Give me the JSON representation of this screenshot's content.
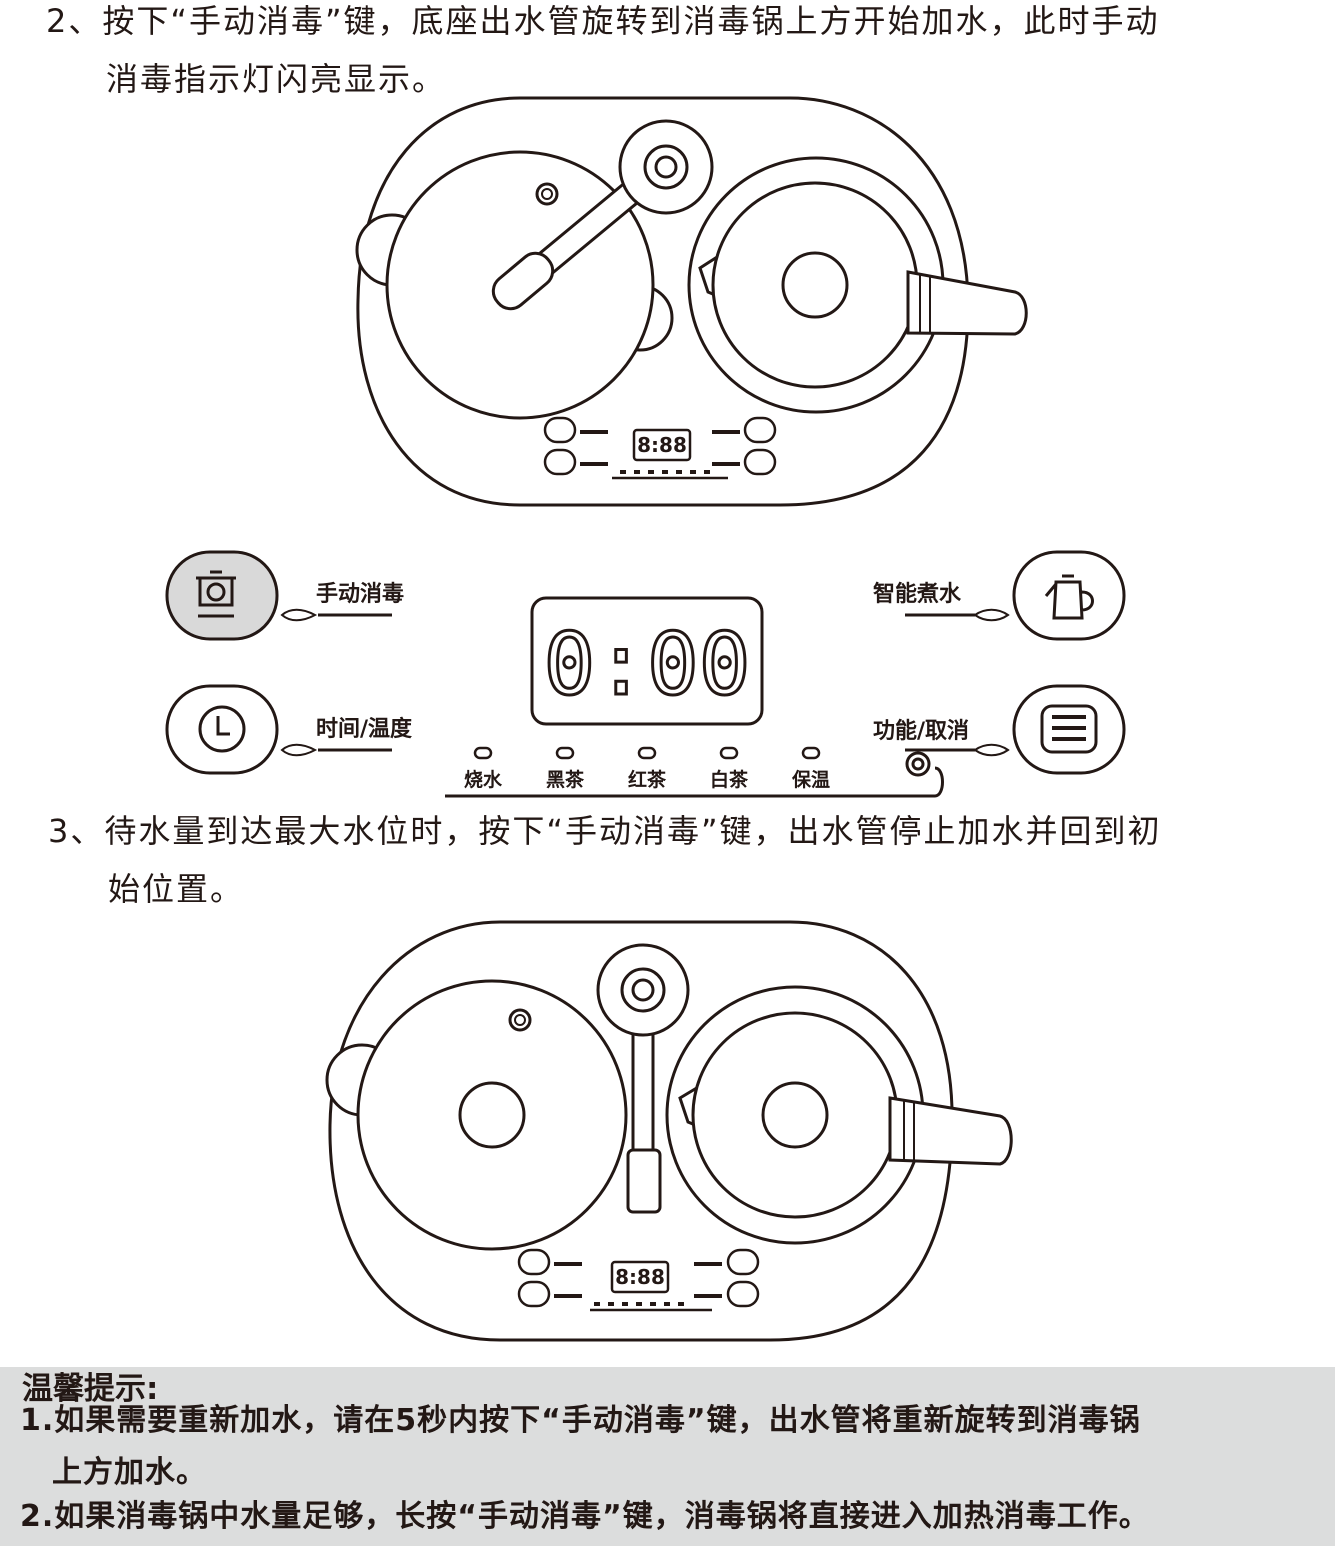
{
  "step2": {
    "line1": "2、按下“手动消毒”键，底座出水管旋转到消毒锅上方开始加水，此时手动",
    "line2": "消毒指示灯闪亮显示。"
  },
  "panel": {
    "manual_sterilize": "手动消毒",
    "time_temp": "时间/温度",
    "smart_boil": "智能煮水",
    "function_cancel": "功能/取消",
    "display": "0:00",
    "indicators": [
      "烧水",
      "黑茶",
      "红茶",
      "白茶",
      "保温"
    ]
  },
  "mini_display": "8:88",
  "step3": {
    "line1": "3、待水量到达最大水位时，按下“手动消毒”键，出水管停止加水并回到初",
    "line2": "始位置。"
  },
  "tips": {
    "title": "温馨提示:",
    "item1_line1": "1.如果需要重新加水，请在5秒内按下“手动消毒”键，出水管将重新旋转到消毒锅",
    "item1_line2": "上方加水。",
    "item2": "2.如果消毒锅中水量足够，长按“手动消毒”键，消毒锅将直接进入加热消毒工作。"
  },
  "colors": {
    "ink": "#231815",
    "tip_background": "#dcdddd",
    "button_highlight": "#d9d9d9"
  }
}
